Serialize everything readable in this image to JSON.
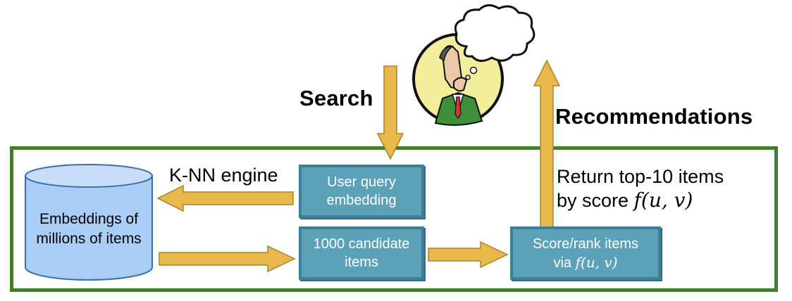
{
  "labels": {
    "search": "Search",
    "recommendations": "Recommendations",
    "knn_engine": "K-NN engine",
    "return_line1": "Return top-10 items",
    "return_line2_prefix": "by score ",
    "return_line2_math": "f(u, v)"
  },
  "database": {
    "line1": "Embeddings of",
    "line2": "millions of items"
  },
  "boxes": {
    "user_query": {
      "line1": "User query",
      "line2": "embedding"
    },
    "candidates": {
      "line1": "1000 candidate",
      "line2": "items"
    },
    "score_rank": {
      "line1": "Score/rank items",
      "line2_prefix": "via ",
      "line2_math": "f(u, v)"
    }
  },
  "colors": {
    "frame": "#3f7f2a",
    "box_fill": "#5ba1b8",
    "box_border": "#3b7f98",
    "arrow_fill": "#e8b94a",
    "arrow_border": "#a8832a",
    "database_fill": "#a9cdf5",
    "thinker_circle": "#f2ee9b"
  },
  "icons": [
    "database-cylinder-icon",
    "thinking-person-icon",
    "thought-bubble-icon"
  ]
}
